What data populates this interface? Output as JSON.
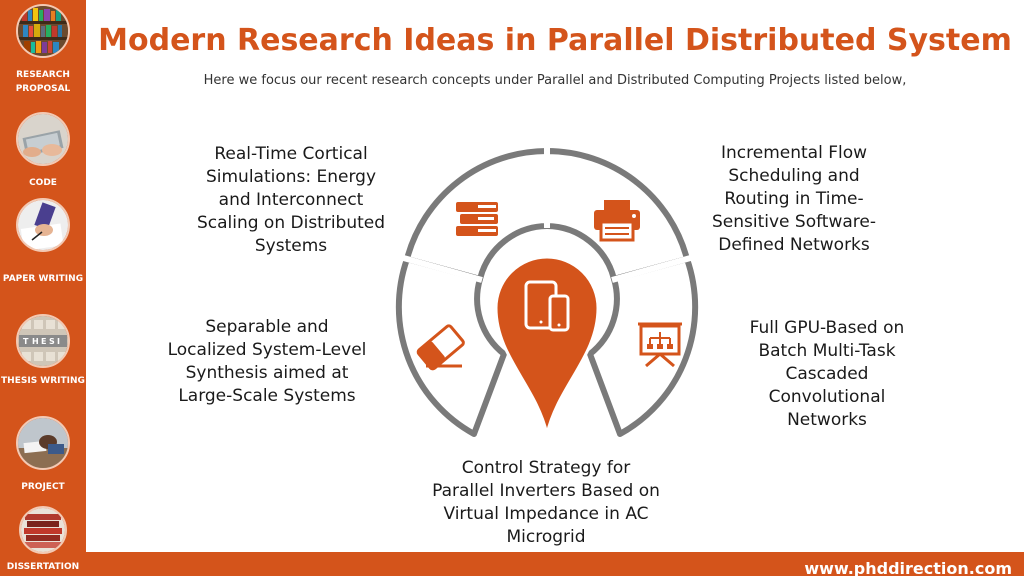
{
  "sidebar": {
    "items": [
      {
        "label": "RESEARCH PROPOSAL",
        "thumb": "bookshelf"
      },
      {
        "label": "CODE",
        "thumb": "laptop-hands"
      },
      {
        "label": "PAPER WRITING",
        "thumb": "writing-hand"
      },
      {
        "label": "THESIS WRITING",
        "thumb": "thesis-tiles"
      },
      {
        "label": "PROJECT",
        "thumb": "desk-sleeper"
      },
      {
        "label": "DISSERTATION",
        "thumb": "book-stack"
      }
    ]
  },
  "header": {
    "title": "Modern Research Ideas in Parallel Distributed System",
    "subtitle": "Here we focus our recent research concepts under Parallel and Distributed Computing Projects listed below,"
  },
  "topics": [
    {
      "text": "Real-Time Cortical Simulations: Energy and Interconnect Scaling on Distributed Systems",
      "icon": "books-icon"
    },
    {
      "text": "Incremental Flow Scheduling and Routing in Time-Sensitive Software-Defined Networks",
      "icon": "printer-icon"
    },
    {
      "text": "Full GPU-Based on Batch Multi-Task Cascaded Convolutional Networks",
      "icon": "presentation-chart-icon"
    },
    {
      "text": "Separable and Localized System-Level Synthesis aimed at Large-Scale Systems",
      "icon": "eraser-icon"
    },
    {
      "text": "Control Strategy for Parallel Inverters Based on Virtual Impedance in AC Microgrid",
      "icon": "devices-icon"
    }
  ],
  "footer": {
    "url": "www.phddirection.com"
  },
  "colors": {
    "accent": "#d4541b",
    "ring": "#7a7a7a",
    "text": "#1a1a1a"
  }
}
